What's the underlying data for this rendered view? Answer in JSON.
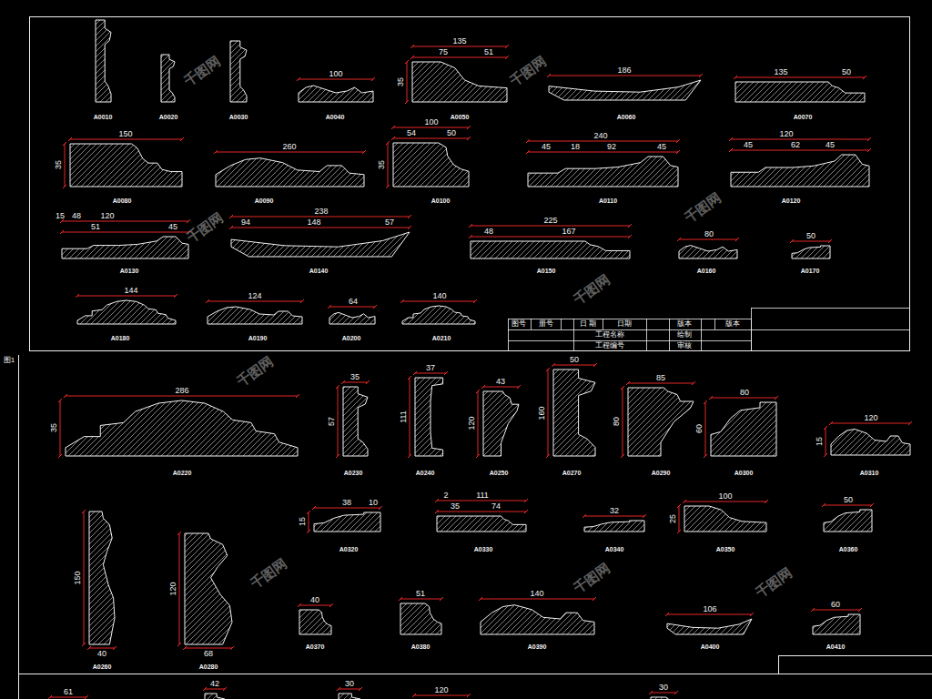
{
  "diagram": {
    "labels": [
      "A0010",
      "A0020",
      "A0030",
      "100",
      "A0040",
      "135",
      "75",
      "51",
      "35",
      "A0050",
      "186",
      "A0060",
      "135",
      "50",
      "A0070",
      "150",
      "35",
      "A0080",
      "260",
      "A0090",
      "100",
      "54",
      "50",
      "35",
      "A0100",
      "240",
      "45",
      "18",
      "92",
      "45",
      "A0110",
      "120",
      "45",
      "62",
      "45",
      "A0120",
      "15",
      "48",
      "120",
      "51",
      "45",
      "A0130",
      "238",
      "94",
      "148",
      "57",
      "A0140",
      "225",
      "48",
      "167",
      "A0150",
      "80",
      "A0160",
      "50",
      "A0170",
      "144",
      "A0180",
      "124",
      "A0190",
      "64",
      "A0200",
      "140",
      "A0210",
      "图号",
      "册号",
      "日 期",
      "日期",
      "版本",
      "版本",
      "工程名称",
      "绘制",
      "工程编号",
      "审核",
      "图1",
      "286",
      "35",
      "A0220",
      "35",
      "57",
      "A0230",
      "37",
      "111",
      "A0240",
      "43",
      "120",
      "A0250",
      "50",
      "160",
      "A0270",
      "85",
      "80",
      "A0290",
      "80",
      "60",
      "A0300",
      "120",
      "15",
      "A0310",
      "38",
      "10",
      "15",
      "A0320",
      "2",
      "111",
      "35",
      "74",
      "A0330",
      "32",
      "A0340",
      "100",
      "25",
      "A0350",
      "50",
      "A0360",
      "150",
      "40",
      "A0260",
      "120",
      "68",
      "A0280",
      "40",
      "A0370",
      "51",
      "A0380",
      "140",
      "A0390",
      "106",
      "A0400",
      "60",
      "A0410",
      "61",
      "42",
      "30",
      "120",
      "30",
      "千图网",
      "千图网",
      "千图网",
      "千图网",
      "千图网",
      "千图网",
      "千图网",
      "千图网",
      "千图网"
    ]
  }
}
